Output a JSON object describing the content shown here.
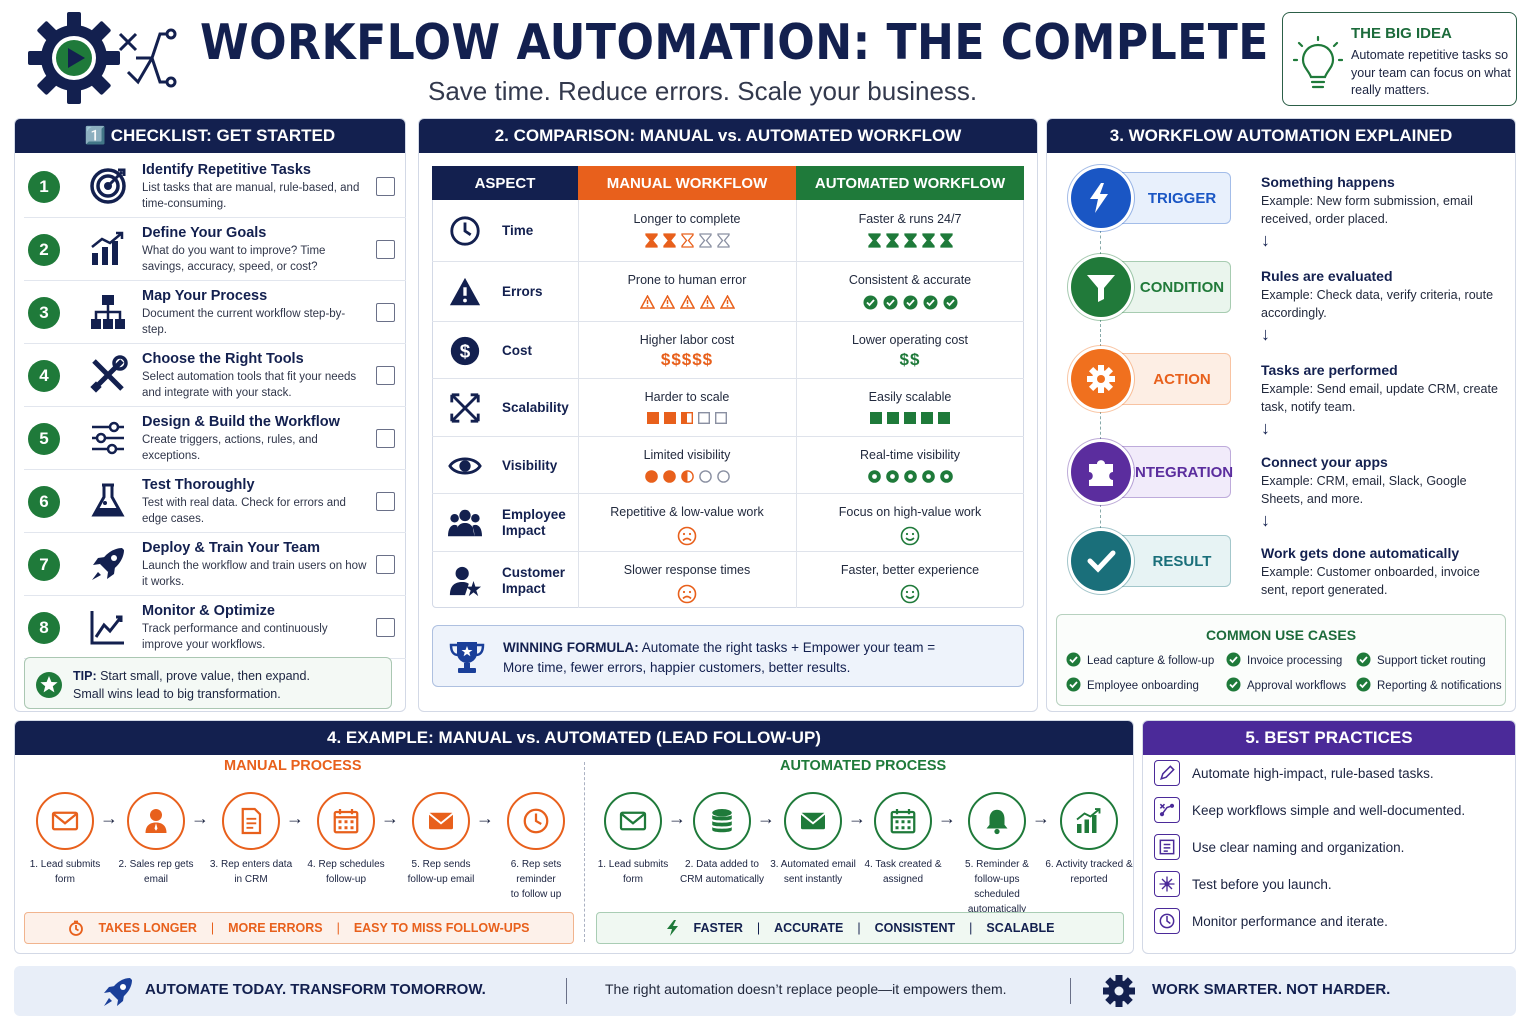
{
  "header": {
    "title": "WORKFLOW AUTOMATION: THE COMPLETE GUIDE",
    "subtitle": "Save time. Reduce errors. Scale your business.",
    "big_idea": {
      "title": "THE BIG IDEA",
      "text": "Automate repetitive tasks so your team can focus on what really matters."
    }
  },
  "checklist": {
    "heading": "1️⃣ CHECKLIST: GET STARTED",
    "items": [
      {
        "num": "1",
        "title": "Identify Repetitive Tasks",
        "desc": "List tasks that are manual, rule-based, and time-consuming.",
        "icon": "target-icon"
      },
      {
        "num": "2",
        "title": "Define Your Goals",
        "desc": "What do you want to improve? Time savings, accuracy, speed, or cost?",
        "icon": "bar-chart-icon"
      },
      {
        "num": "3",
        "title": "Map Your Process",
        "desc": "Document the current workflow step-by-step.",
        "icon": "hierarchy-icon"
      },
      {
        "num": "4",
        "title": "Choose the Right Tools",
        "desc": "Select automation tools that fit your needs and integrate with your stack.",
        "icon": "tools-icon"
      },
      {
        "num": "5",
        "title": "Design & Build the Workflow",
        "desc": "Create triggers, actions, rules, and exceptions.",
        "icon": "sliders-icon"
      },
      {
        "num": "6",
        "title": "Test Thoroughly",
        "desc": "Test with real data. Check for errors and edge cases.",
        "icon": "flask-icon"
      },
      {
        "num": "7",
        "title": "Deploy & Train Your Team",
        "desc": "Launch the workflow and train users on how it works.",
        "icon": "rocket-icon"
      },
      {
        "num": "8",
        "title": "Monitor & Optimize",
        "desc": "Track performance and continuously improve your workflows.",
        "icon": "line-chart-icon"
      }
    ],
    "tip": {
      "label": "TIP:",
      "line1": "Start small, prove value, then expand.",
      "line2": "Small wins lead to big transformation."
    }
  },
  "comparison": {
    "heading": "2. COMPARISON: MANUAL vs. AUTOMATED WORKFLOW",
    "col_aspect": "ASPECT",
    "col_manual": "MANUAL WORKFLOW",
    "col_auto": "AUTOMATED WORKFLOW",
    "rows": [
      {
        "aspect": "Time",
        "manual": "Longer to complete",
        "auto": "Faster & runs 24/7"
      },
      {
        "aspect": "Errors",
        "manual": "Prone to human error",
        "auto": "Consistent & accurate"
      },
      {
        "aspect": "Cost",
        "manual": "Higher labor cost",
        "auto": "Lower operating cost",
        "manual_sym": "$$$$$",
        "auto_sym": "$$"
      },
      {
        "aspect": "Scalability",
        "manual": "Harder to scale",
        "auto": "Easily scalable"
      },
      {
        "aspect": "Visibility",
        "manual": "Limited visibility",
        "auto": "Real-time visibility"
      },
      {
        "aspect": "Employee Impact",
        "manual": "Repetitive & low-value work",
        "auto": "Focus on high-value work"
      },
      {
        "aspect": "Customer Impact",
        "manual": "Slower response times",
        "auto": "Faster, better experience"
      }
    ],
    "winning": {
      "label": "WINNING FORMULA:",
      "line1": "Automate the right tasks + Empower your team =",
      "line2": "More time, fewer errors, happier customers, better results."
    }
  },
  "explained": {
    "heading": "3. WORKFLOW AUTOMATION EXPLAINED",
    "steps": [
      {
        "label": "TRIGGER",
        "title": "Something happens",
        "desc": "Example: New form submission, email received, order placed.",
        "color": "#1a56c4",
        "icon": "lightning-icon"
      },
      {
        "label": "CONDITION",
        "title": "Rules are evaluated",
        "desc": "Example: Check data, verify criteria, route accordingly.",
        "color": "#217a3a",
        "icon": "filter-icon"
      },
      {
        "label": "ACTION",
        "title": "Tasks are performed",
        "desc": "Example: Send email, update CRM, create task, notify team.",
        "color": "#f0701e",
        "icon": "gear-icon"
      },
      {
        "label": "INTEGRATION",
        "title": "Connect your apps",
        "desc": "Example: CRM, email, Slack, Google Sheets, and more.",
        "color": "#5b2d9e",
        "icon": "puzzle-icon"
      },
      {
        "label": "RESULT",
        "title": "Work gets done automatically",
        "desc": "Example: Customer onboarded, invoice sent, report generated.",
        "color": "#1a6f7a",
        "icon": "check-icon"
      }
    ],
    "use_cases": {
      "title": "COMMON USE CASES",
      "items": [
        "Lead capture & follow-up",
        "Invoice processing",
        "Support ticket routing",
        "Employee onboarding",
        "Approval workflows",
        "Reporting & notifications"
      ]
    }
  },
  "example": {
    "heading": "4. EXAMPLE: MANUAL vs. AUTOMATED (LEAD FOLLOW-UP)",
    "manual_title": "MANUAL PROCESS",
    "auto_title": "AUTOMATED PROCESS",
    "manual_steps": [
      {
        "l1": "1. Lead submits",
        "l2": "form",
        "icon": "envelope-icon"
      },
      {
        "l1": "2. Sales rep gets",
        "l2": "email",
        "icon": "person-icon"
      },
      {
        "l1": "3. Rep enters data",
        "l2": "in CRM",
        "icon": "document-icon"
      },
      {
        "l1": "4. Rep schedules",
        "l2": "follow-up",
        "icon": "calendar-icon"
      },
      {
        "l1": "5. Rep sends",
        "l2": "follow-up email",
        "icon": "mail-icon"
      },
      {
        "l1": "6. Rep sets reminder",
        "l2": "to follow up",
        "icon": "clock-icon"
      }
    ],
    "auto_steps": [
      {
        "l1": "1. Lead submits",
        "l2": "form",
        "icon": "envelope-icon"
      },
      {
        "l1": "2. Data added to",
        "l2": "CRM automatically",
        "icon": "database-icon"
      },
      {
        "l1": "3. Automated email",
        "l2": "sent instantly",
        "icon": "mail-icon"
      },
      {
        "l1": "4. Task created &",
        "l2": "assigned",
        "icon": "calendar-icon"
      },
      {
        "l1": "5. Reminder & follow-ups",
        "l2": "scheduled automatically",
        "icon": "bell-icon"
      },
      {
        "l1": "6. Activity tracked &",
        "l2": "reported",
        "icon": "bar-chart-icon"
      }
    ],
    "manual_bar": [
      "TAKES LONGER",
      "MORE ERRORS",
      "EASY TO MISS FOLLOW-UPS"
    ],
    "auto_bar": [
      "FASTER",
      "ACCURATE",
      "CONSISTENT",
      "SCALABLE"
    ]
  },
  "best_practices": {
    "heading": "5. BEST PRACTICES",
    "items": [
      "Automate high-impact, rule-based tasks.",
      "Keep workflows simple and well-documented.",
      "Use clear naming and organization.",
      "Test before you launch.",
      "Monitor performance and iterate."
    ]
  },
  "footer": {
    "left": "AUTOMATE TODAY. TRANSFORM TOMORROW.",
    "middle": "The right automation doesn’t replace people—it empowers them.",
    "right": "WORK SMARTER. NOT HARDER."
  },
  "colors": {
    "navy": "#13204f",
    "orange": "#e8601c",
    "green": "#1f7a3a",
    "purple": "#4b2a99"
  }
}
